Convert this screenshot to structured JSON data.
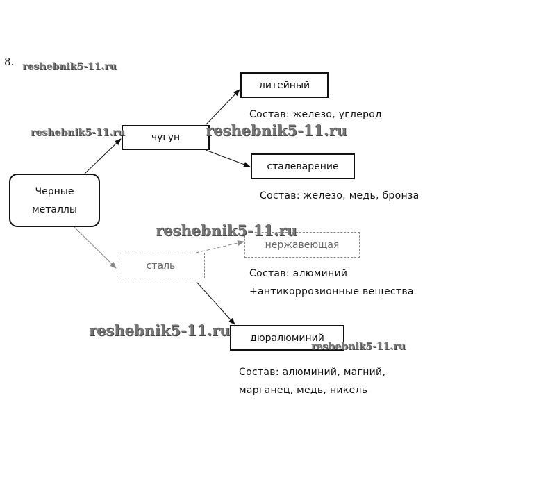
{
  "task_number": "8.",
  "watermark": "reshebnik5-11.ru",
  "nodes": {
    "root": "Черные\nметаллы",
    "root_line1": "Черные",
    "root_line2": "металлы",
    "cast_iron": "чугун",
    "foundry": "литейный",
    "steelmaking": "сталеварение",
    "steel": "сталь",
    "stainless": "нержавеющая",
    "duralumin": "дюралюминий"
  },
  "compositions": {
    "foundry": "Состав: железо,  углерод",
    "steelmaking": "Состав: железо, медь, бронза",
    "stainless_line1": "Состав: алюминий",
    "stainless_line2": "+антикоррозионные  вещества",
    "duralumin_line1": "Состав: алюминий, магний,",
    "duralumin_line2": "марганец, медь, никель"
  }
}
